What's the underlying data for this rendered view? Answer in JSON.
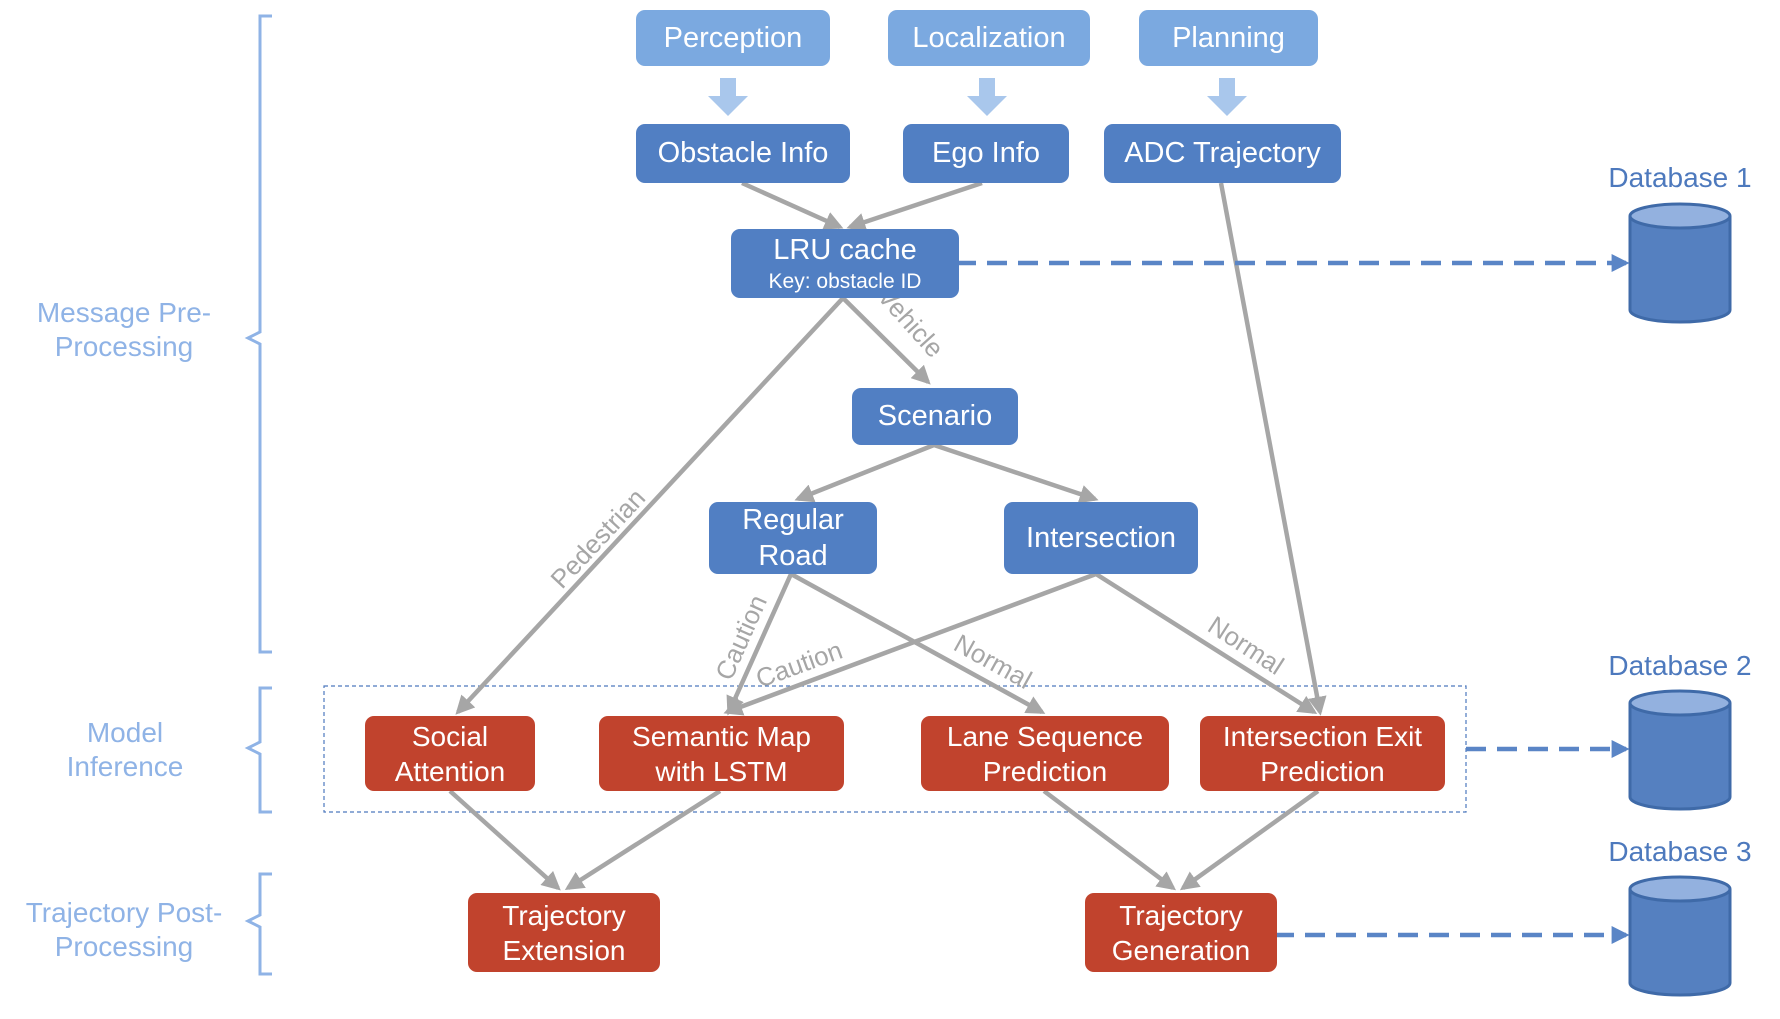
{
  "sources": [
    {
      "id": "perception",
      "label": "Perception"
    },
    {
      "id": "localization",
      "label": "Localization"
    },
    {
      "id": "planning",
      "label": "Planning"
    }
  ],
  "pre_nodes": {
    "obstacle_info": "Obstacle Info",
    "ego_info": "Ego Info",
    "adc_trajectory": "ADC Trajectory",
    "lru_cache": {
      "title": "LRU cache",
      "subtitle": "Key: obstacle ID"
    },
    "scenario": "Scenario",
    "regular_road": "Regular Road",
    "intersection": "Intersection"
  },
  "models": {
    "social_attention": "Social Attention",
    "semantic_map_lstm": "Semantic Map with LSTM",
    "lane_sequence_prediction": "Lane Sequence Prediction",
    "intersection_exit_prediction": "Intersection Exit Prediction"
  },
  "post_nodes": {
    "trajectory_extension": "Trajectory Extension",
    "trajectory_generation": "Trajectory Generation"
  },
  "stages": {
    "pre_processing": "Message Pre-Processing",
    "model_inference": "Model Inference",
    "post_processing": "Trajectory Post-Processing"
  },
  "databases": {
    "db1": "Database 1",
    "db2": "Database 2",
    "db3": "Database 3"
  },
  "edge_labels": {
    "vehicle": "Vehicle",
    "pedestrian": "Pedestrian",
    "caution_regular": "Caution",
    "caution_intersection": "Caution",
    "normal_regular": "Normal",
    "normal_intersection": "Normal"
  },
  "colors": {
    "source_fill": "#7ba9e0",
    "node_fill": "#517fc3",
    "model_fill": "#c1432d",
    "edge": "#a6a6a6",
    "bracket": "#8fb3e6",
    "database": "#5580c0"
  }
}
